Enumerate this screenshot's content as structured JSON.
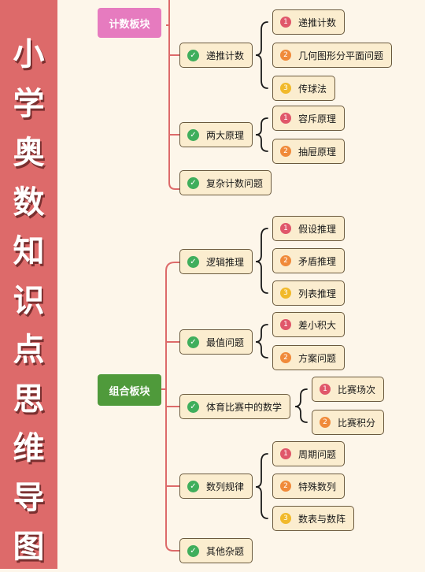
{
  "title_chars": [
    "小",
    "学",
    "奥",
    "数",
    "知",
    "识",
    "点",
    "思",
    "维",
    "导",
    "图"
  ],
  "colors": {
    "sidebar": "#dd6a6a",
    "count_root": "#e67bbf",
    "combo_root": "#4f9a3b",
    "line": "#dd6a6a",
    "check": "#3fae5c"
  },
  "roots": [
    {
      "label": "计数板块"
    },
    {
      "label": "组合板块"
    }
  ],
  "branches": [
    {
      "label": "递推计数",
      "icon": "check-icon"
    },
    {
      "label": "两大原理",
      "icon": "check-icon"
    },
    {
      "label": "复杂计数问题",
      "icon": "check-icon"
    },
    {
      "label": "逻辑推理",
      "icon": "check-icon"
    },
    {
      "label": "最值问题",
      "icon": "check-icon"
    },
    {
      "label": "体育比赛中的数学",
      "icon": "check-icon"
    },
    {
      "label": "数列规律",
      "icon": "check-icon"
    },
    {
      "label": "其他杂题",
      "icon": "check-icon"
    }
  ],
  "leaves": [
    {
      "num": "1",
      "label": "递推计数"
    },
    {
      "num": "2",
      "label": "几何图形分平面问题"
    },
    {
      "num": "3",
      "label": "传球法"
    },
    {
      "num": "1",
      "label": "容斥原理"
    },
    {
      "num": "2",
      "label": "抽屉原理"
    },
    {
      "num": "1",
      "label": "假设推理"
    },
    {
      "num": "2",
      "label": "矛盾推理"
    },
    {
      "num": "3",
      "label": "列表推理"
    },
    {
      "num": "1",
      "label": "差小积大"
    },
    {
      "num": "2",
      "label": "方案问题"
    },
    {
      "num": "1",
      "label": "比赛场次"
    },
    {
      "num": "2",
      "label": "比赛积分"
    },
    {
      "num": "1",
      "label": "周期问题"
    },
    {
      "num": "2",
      "label": "特殊数列"
    },
    {
      "num": "3",
      "label": "数表与数阵"
    }
  ]
}
